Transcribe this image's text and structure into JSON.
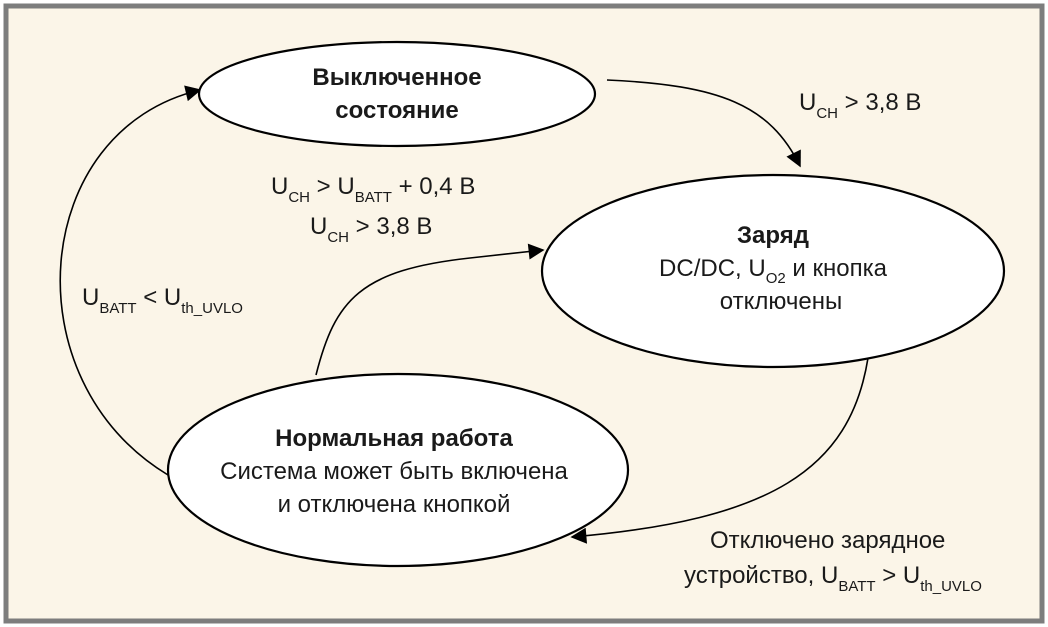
{
  "colors": {
    "background": "#fbf5e8",
    "frame": "#7d7d7d",
    "stroke": "#000000",
    "node_fill": "#ffffff"
  },
  "nodes": {
    "off": {
      "line1": "Выключенное",
      "line2": "состояние"
    },
    "charge": {
      "title": "Заряд",
      "line2_a": "DC/DC, U",
      "line2_sub": "O2",
      "line2_b": " и кнопка",
      "line3": "отключены"
    },
    "normal": {
      "title": "Нормальная работа",
      "line2": "Система может быть включена",
      "line3": "и отключена кнопкой"
    }
  },
  "labels": {
    "off_to_charge": {
      "u": "U",
      "sub": "CH",
      "rest": " > 3,8 В"
    },
    "normal_to_charge": {
      "l1_u": "U",
      "l1_sub": "CH",
      "l1_gt": " > U",
      "l1_sub2": "BATT",
      "l1_rest": " + 0,4 В",
      "l2_u": "U",
      "l2_sub": "CH",
      "l2_rest": " > 3,8 В"
    },
    "normal_to_off": {
      "u": "U",
      "sub": "BATT",
      "mid": " < U",
      "sub2": "th_UVLO"
    },
    "charge_to_normal": {
      "line1": "Отключено зарядное",
      "l2_a": "устройство, U",
      "l2_sub": "BATT",
      "l2_mid": " > U",
      "l2_sub2": "th_UVLO"
    }
  }
}
